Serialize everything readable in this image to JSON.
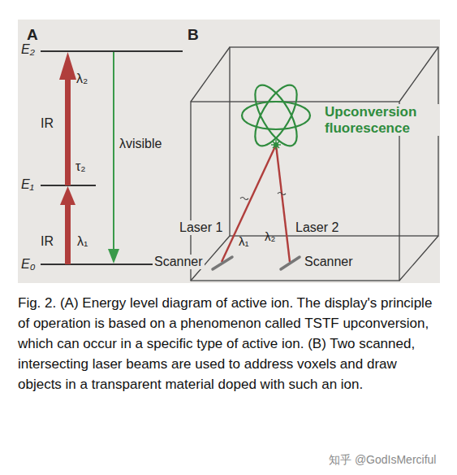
{
  "diagram": {
    "caption": "Fig. 2. (A) Energy level diagram of active ion. The display's principle of operation is based on a phenomenon called TSTF upconversion, which can occur in a specific type of active ion. (B) Two scanned, intersecting laser beams are used to address voxels and draw objects in a transparent material doped with such an ion.",
    "labels": [
      "A",
      "B",
      "E₂",
      "E₁",
      "E₀",
      "IR",
      "λ₂",
      "τ₂",
      "IR",
      "λ₁",
      "λvisible",
      "Upconversion fluorescence",
      "Laser 1",
      "Laser 2",
      "λ₁",
      "λ₂",
      "Scanner",
      "Scanner",
      "知乎 @GodIsMerciful"
    ]
  }
}
